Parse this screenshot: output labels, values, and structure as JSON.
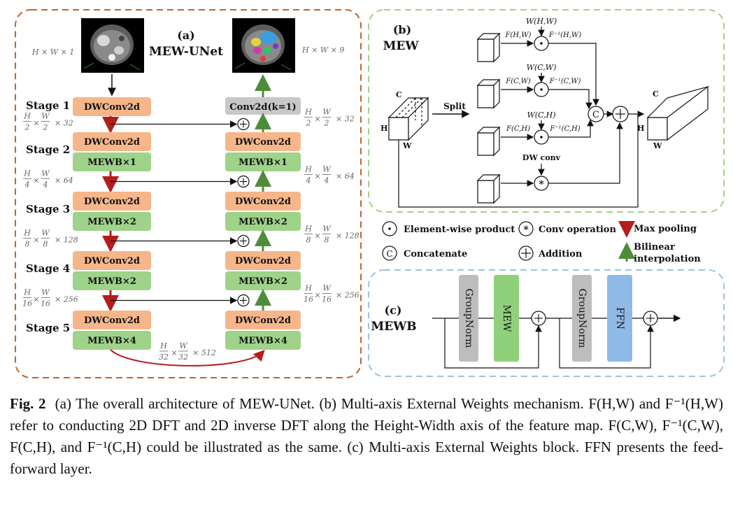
{
  "panel_a": {
    "label": "(a)",
    "title": "MEW-UNet",
    "input_dims": "H × W × 1",
    "output_dims": "H × W × 9",
    "top_conv": "Conv2d(k=1)",
    "stages": [
      {
        "name": "Stage 1",
        "enc": [
          "DWConv2d"
        ],
        "dec": [
          "DWConv2d"
        ],
        "res": "H/2 × W/2 × 32"
      },
      {
        "name": "Stage 2",
        "enc": [
          "DWConv2d",
          "MEWB×1"
        ],
        "dec": [
          "DWConv2d",
          "MEWB×1"
        ],
        "res": "H/4 × W/4 × 64"
      },
      {
        "name": "Stage 3",
        "enc": [
          "DWConv2d",
          "MEWB×2"
        ],
        "dec": [
          "DWConv2d",
          "MEWB×2"
        ],
        "res": "H/8 × W/8 × 128"
      },
      {
        "name": "Stage 4",
        "enc": [
          "DWConv2d",
          "MEWB×2"
        ],
        "dec": [
          "DWConv2d",
          "MEWB×2"
        ],
        "res": "H/16 × W/16 × 256"
      },
      {
        "name": "Stage 5",
        "enc": [
          "DWConv2d",
          "MEWB×4"
        ],
        "dec": [
          "DWConv2d",
          "MEWB×4"
        ],
        "res": "H/32 × W/32 × 512"
      }
    ]
  },
  "panel_b": {
    "label": "(b)",
    "title": "MEW",
    "split": "Split",
    "dwconv": "DW conv",
    "dim_c": "C",
    "dim_h": "H",
    "dim_w": "W",
    "weights": [
      "W(H,W)",
      "W(C,W)",
      "W(C,H)"
    ],
    "fft": [
      "F(H,W)",
      "F(C,W)",
      "F(C,H)"
    ],
    "ifft": [
      "F⁻¹(H,W)",
      "F⁻¹(C,W)",
      "F⁻¹(C,H)"
    ]
  },
  "legend": {
    "elementwise": "Element-wise product",
    "conv": "Conv operation",
    "maxpool": "Max pooling",
    "concat": "Concatenate",
    "addition": "Addition",
    "bilinear_1": "Bilinear",
    "bilinear_2": "interpolation"
  },
  "panel_c": {
    "label": "(c)",
    "title": "MEWB",
    "blocks": [
      "GroupNorm",
      "MEW",
      "GroupNorm",
      "FFN"
    ]
  },
  "colors": {
    "dwconv": "#f7b68a",
    "mewb": "#9ed389",
    "conv1": "#c8c8c8",
    "groupnorm": "#bdbdbd",
    "mew": "#8fd17a",
    "ffn": "#8fb9e6",
    "border_a": "#c0642a",
    "border_b": "#a6cf86",
    "border_c": "#9cc2e6",
    "maxpool": "#b51c1c",
    "upsample": "#4f8c3a"
  },
  "caption": {
    "fig": "Fig. 2",
    "text": "(a) The overall architecture of MEW-UNet. (b) Multi-axis External Weights mechanism. F(H,W) and F⁻¹(H,W) refer to conducting 2D DFT and 2D inverse DFT along the Height-Width axis of the feature map. F(C,W), F⁻¹(C,W), F(C,H), and F⁻¹(C,H) could be illustrated as the same. (c) Multi-axis External Weights block. FFN presents the feed-forward layer."
  }
}
